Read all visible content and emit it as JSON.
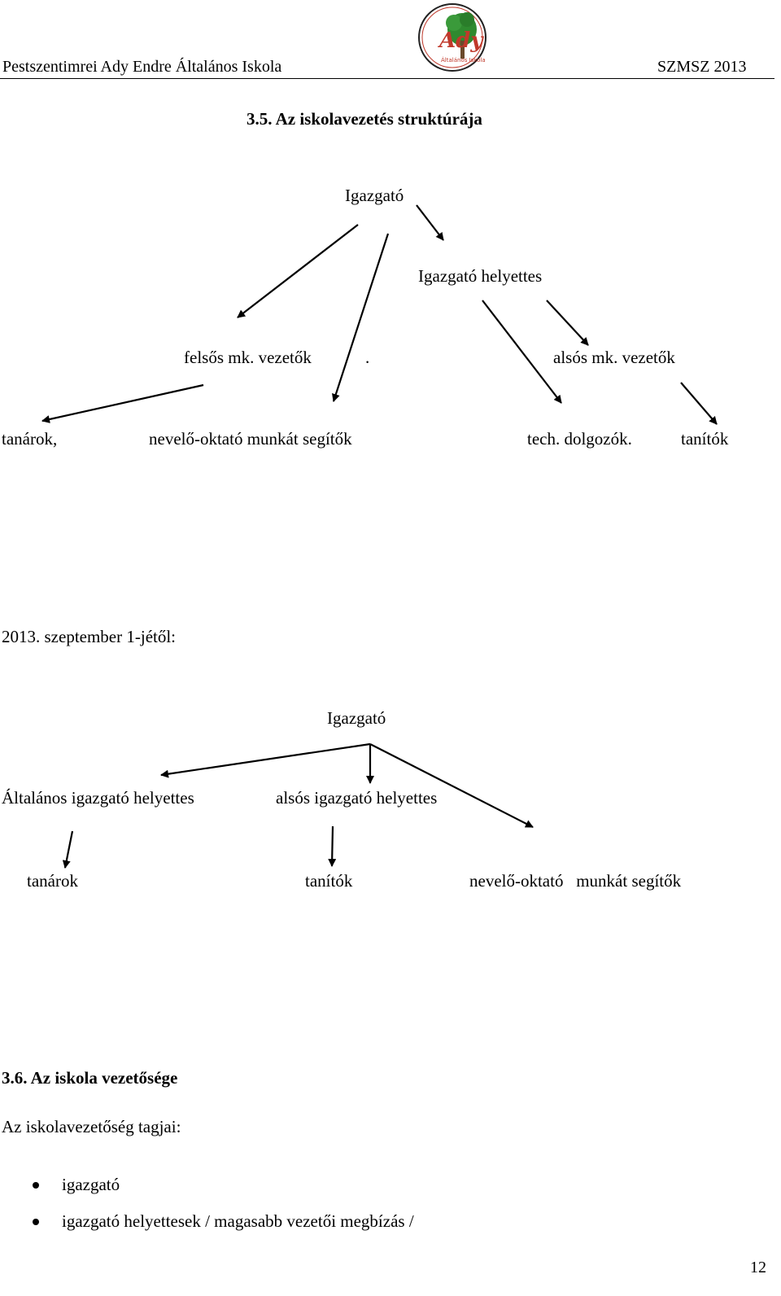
{
  "header": {
    "school_name": "Pestszentimrei Ady Endre Általános Iskola",
    "doc_code": "SZMSZ 2013",
    "logo": {
      "icon": "ady-school-logo-icon",
      "text_main": "Ady",
      "text_small": "Általános Iskola"
    }
  },
  "section_35": {
    "title": "3.5. Az iskolavezetés struktúrája",
    "chart1": {
      "director": "Igazgató",
      "deputy": "Igazgató helyettes",
      "upper_heads": "felsős mk. vezetők",
      "dot": ".",
      "lower_heads": "alsós mk. vezetők",
      "teachers": "tanárok,",
      "support_staff": "nevelő-oktató munkát segítők",
      "tech_staff": "tech. dolgozók.",
      "lower_teachers": "tanítók"
    },
    "from_date": "2013. szeptember 1-jétől:",
    "chart2": {
      "director": "Igazgató",
      "general_deputy": "Általános igazgató helyettes",
      "lower_deputy": "alsós igazgató helyettes",
      "teachers": "tanárok",
      "lower_teachers": "tanítók",
      "support_staff": "nevelő-oktató   munkát segítők"
    }
  },
  "section_36": {
    "title": "3.6. Az iskola vezetősége",
    "intro": "Az iskolavezetőség tagjai:",
    "members": [
      "igazgató",
      "igazgató helyettesek / magasabb vezetői megbízás /"
    ]
  },
  "footer": {
    "page_number": "12"
  }
}
